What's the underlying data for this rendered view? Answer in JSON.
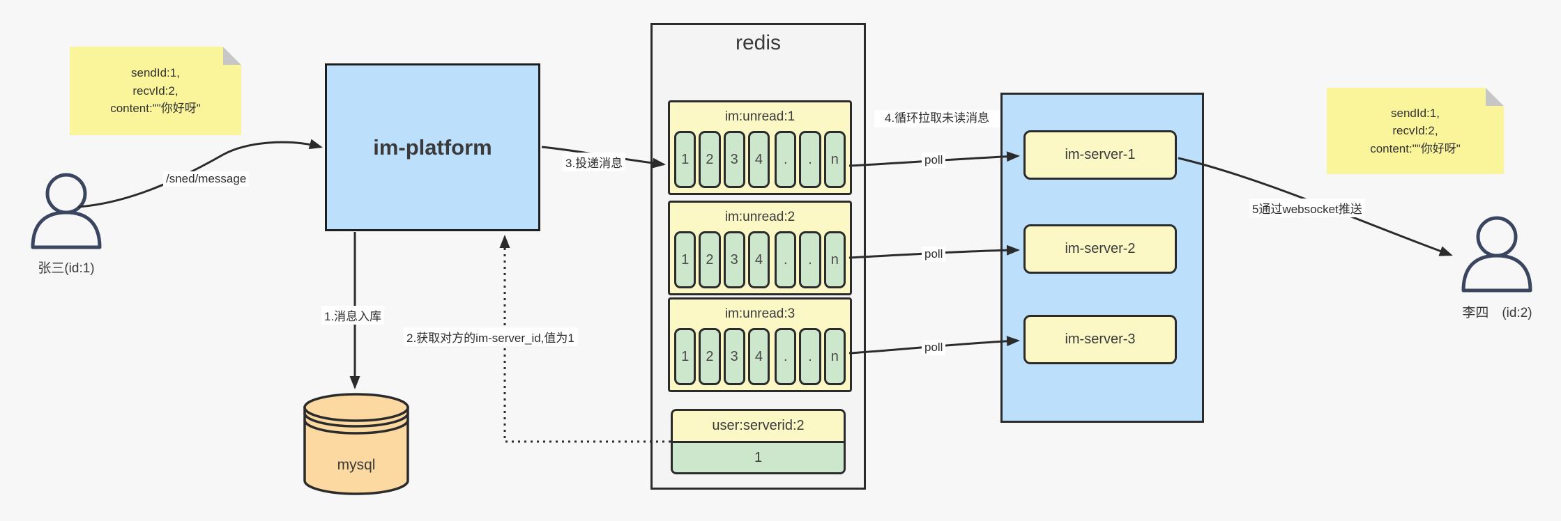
{
  "actors": {
    "sender": {
      "label": "张三(id:1)"
    },
    "receiver": {
      "label": "李四　(id:2)"
    }
  },
  "notes": {
    "left": {
      "lines": [
        "sendId:1,",
        "recvId:2,",
        "content:\"\"你好呀\""
      ]
    },
    "right": {
      "lines": [
        "sendId:1,",
        "recvId:2,",
        "content:\"\"你好呀\""
      ]
    }
  },
  "platform": {
    "label": "im-platform"
  },
  "database": {
    "label": "mysql"
  },
  "redis": {
    "title": "redis",
    "queues": [
      {
        "name": "im:unread:1",
        "cells": [
          "1",
          "2",
          "3",
          "4",
          ".",
          ".",
          "n"
        ]
      },
      {
        "name": "im:unread:2",
        "cells": [
          "1",
          "2",
          "3",
          "4",
          ".",
          ".",
          "n"
        ]
      },
      {
        "name": "im:unread:3",
        "cells": [
          "1",
          "2",
          "3",
          "4",
          ".",
          ".",
          "n"
        ]
      }
    ],
    "mapping": {
      "key": "user:serverid:2",
      "value": "1"
    }
  },
  "servers": {
    "items": [
      {
        "label": "im-server-1"
      },
      {
        "label": "im-server-2"
      },
      {
        "label": "im-server-3"
      }
    ]
  },
  "edges": {
    "send": "/sned/message",
    "step1": "1.消息入库",
    "step2": "2.获取对方的im-server_id,值为1",
    "step3": "3.投递消息",
    "step4": "4.循环拉取未读消息",
    "poll": "poll",
    "step5": "5通过websocket推送"
  },
  "colors": {
    "background": "#f7f7f7",
    "note_yellow": "#faf49b",
    "pale_yellow": "#fbf8c6",
    "cell_green": "#cde7cd",
    "box_blue": "#bcdffb",
    "db_tan": "#fbd9a1",
    "line_dark": "#2b2b2b"
  }
}
